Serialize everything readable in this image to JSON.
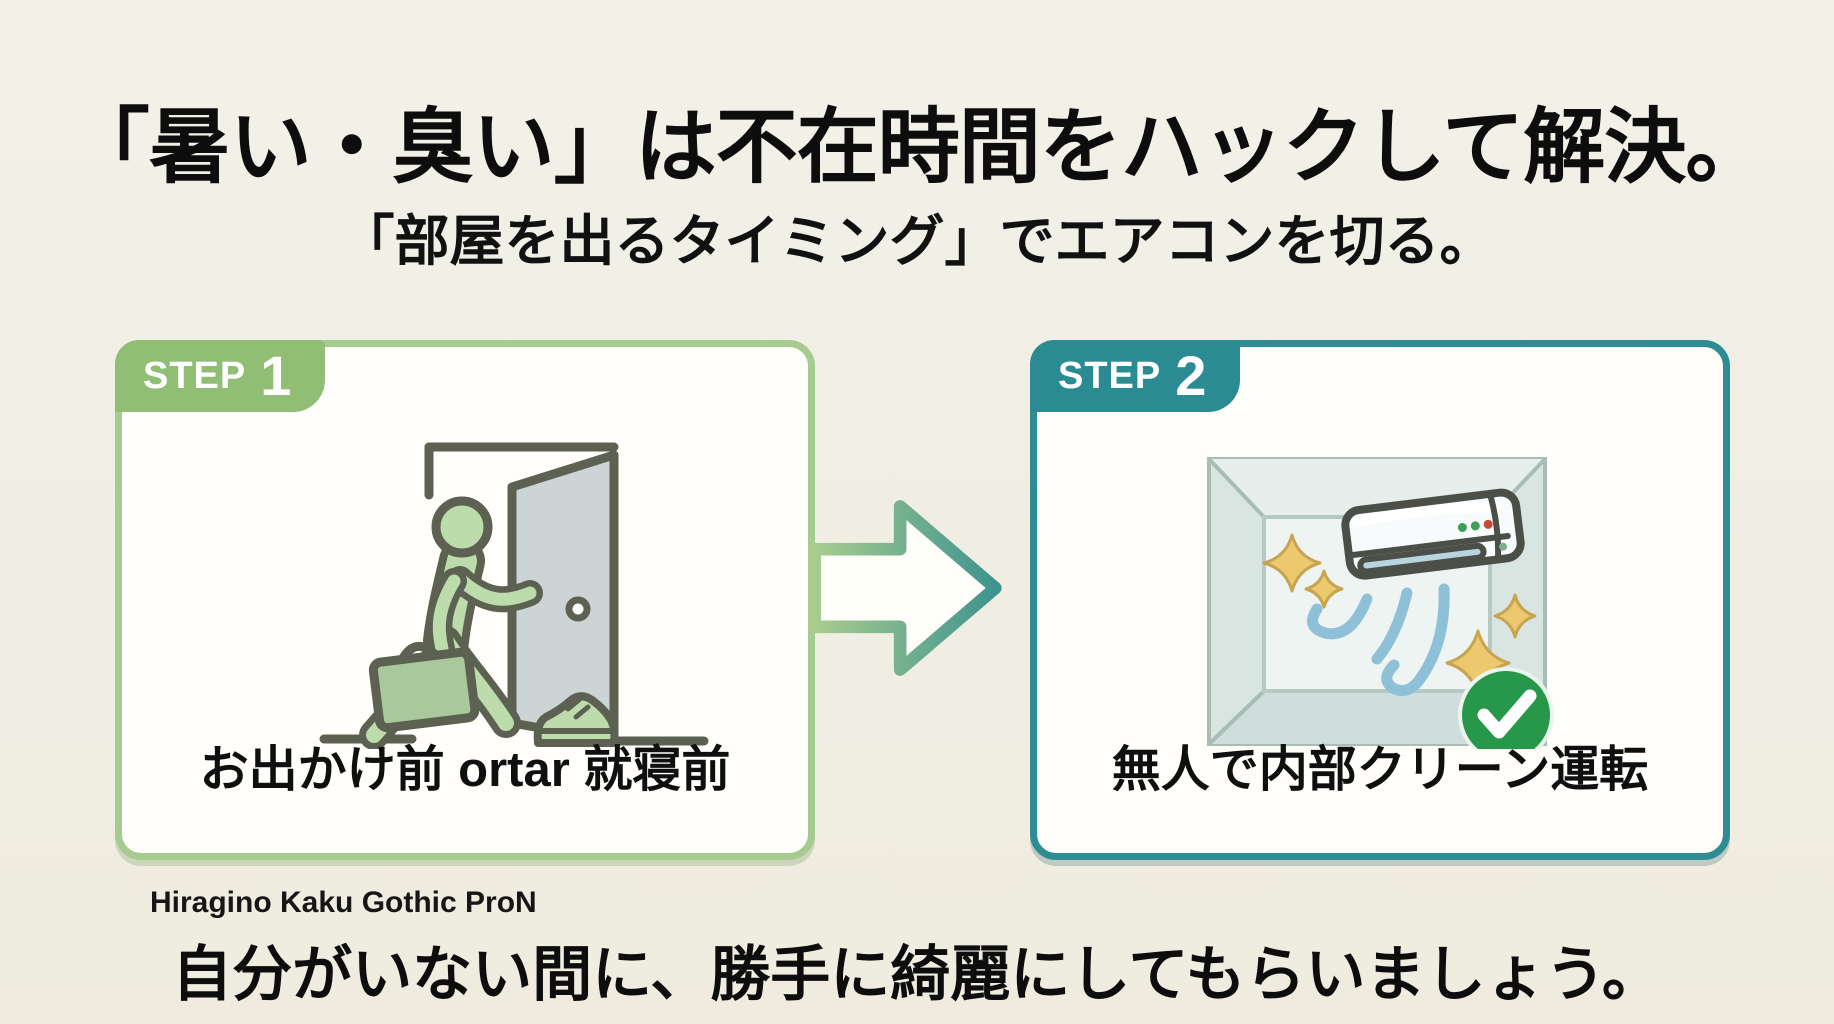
{
  "header": {
    "title": "「暑い・臭い」は不在時間をハックして解決。",
    "subtitle": "「部屋を出るタイミング」でエアコンを切る。"
  },
  "steps": [
    {
      "label_word": "STEP",
      "label_number": "1",
      "caption": "お出かけ前 ortar 就寝前",
      "illustration": "person-leaving-through-door"
    },
    {
      "label_word": "STEP",
      "label_number": "2",
      "caption": "無人で内部クリーン運転",
      "illustration": "air-conditioner-self-cleaning-room"
    }
  ],
  "arrow": {
    "direction": "right"
  },
  "footer": {
    "note": "Hiragino Kaku Gothic ProN",
    "text": "自分がいない間に、勝手に綺麗にしてもらいましょう。"
  },
  "colors": {
    "background": "#f0eee3",
    "step1_accent": "#8fbe74",
    "step1_border": "#a6cb90",
    "step2_accent": "#2a8c92",
    "arrow_gradient_start": "#a8cc8e",
    "arrow_gradient_end": "#3f948f",
    "check_green": "#27984a",
    "sparkle_gold": "#e7c46a",
    "breeze_blue": "#8ec0d8",
    "person_green": "#bcdcab",
    "door_gray": "#ccd4d6",
    "title_color": "#0d0d0d"
  }
}
